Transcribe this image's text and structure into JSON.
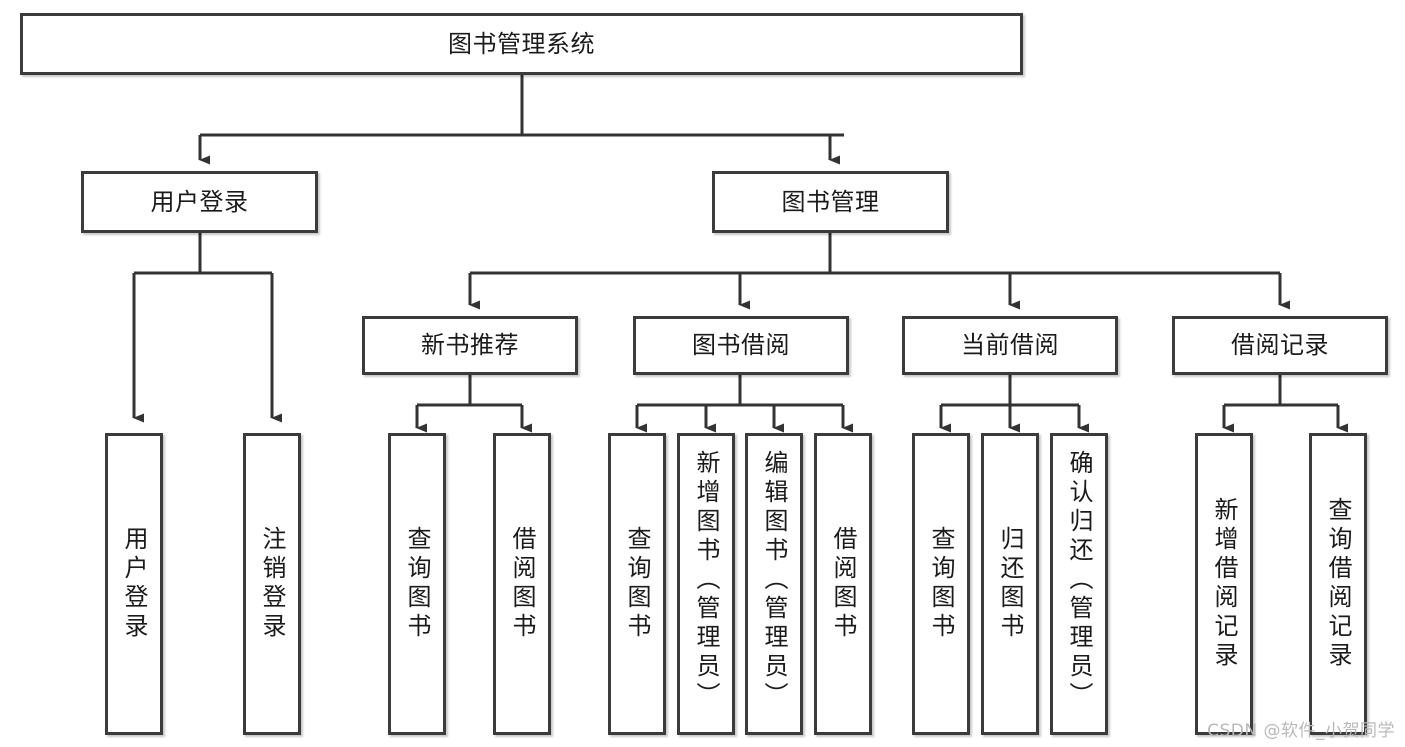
{
  "diagram": {
    "title": "图书管理系统",
    "type": "tree-hierarchy-chart",
    "watermark": "CSDN @软件_小贺同学",
    "colors": {
      "box_border": "#3b3b3b",
      "box_fill": "#ffffff",
      "connector": "#333333",
      "text": "#1b1b1b",
      "watermark": "#b9b9b9"
    },
    "nodes": {
      "root": {
        "label": "图书管理系统",
        "level": 1,
        "orientation": "horizontal"
      },
      "l2": [
        {
          "id": "user-login",
          "label": "用户登录",
          "orientation": "horizontal"
        },
        {
          "id": "book-manage",
          "label": "图书管理",
          "orientation": "horizontal"
        }
      ],
      "l3": [
        {
          "id": "new-book-rec",
          "label": "新书推荐",
          "orientation": "horizontal"
        },
        {
          "id": "book-borrow",
          "label": "图书借阅",
          "orientation": "horizontal"
        },
        {
          "id": "current-borrow",
          "label": "当前借阅",
          "orientation": "horizontal"
        },
        {
          "id": "borrow-record",
          "label": "借阅记录",
          "orientation": "horizontal"
        }
      ],
      "leaves": [
        {
          "id": "leaf-user-login",
          "label": "用户登录",
          "parent": "user-login"
        },
        {
          "id": "leaf-logout",
          "label": "注销登录",
          "parent": "user-login"
        },
        {
          "id": "leaf-query-book-1",
          "label": "查询图书",
          "parent": "new-book-rec"
        },
        {
          "id": "leaf-borrow-book-1",
          "label": "借阅图书",
          "parent": "new-book-rec"
        },
        {
          "id": "leaf-query-book-2",
          "label": "查询图书",
          "parent": "book-borrow"
        },
        {
          "id": "leaf-add-book",
          "label": "新增图书（管理员）",
          "parent": "book-borrow"
        },
        {
          "id": "leaf-edit-book",
          "label": "编辑图书（管理员）",
          "parent": "book-borrow"
        },
        {
          "id": "leaf-borrow-book-2",
          "label": "借阅图书",
          "parent": "book-borrow"
        },
        {
          "id": "leaf-query-book-3",
          "label": "查询图书",
          "parent": "current-borrow"
        },
        {
          "id": "leaf-return-book",
          "label": "归还图书",
          "parent": "current-borrow"
        },
        {
          "id": "leaf-confirm-return",
          "label": "确认归还（管理员）",
          "parent": "current-borrow"
        },
        {
          "id": "leaf-add-record",
          "label": "新增借阅记录",
          "parent": "borrow-record"
        },
        {
          "id": "leaf-query-record",
          "label": "查询借阅记录",
          "parent": "borrow-record"
        }
      ]
    }
  }
}
